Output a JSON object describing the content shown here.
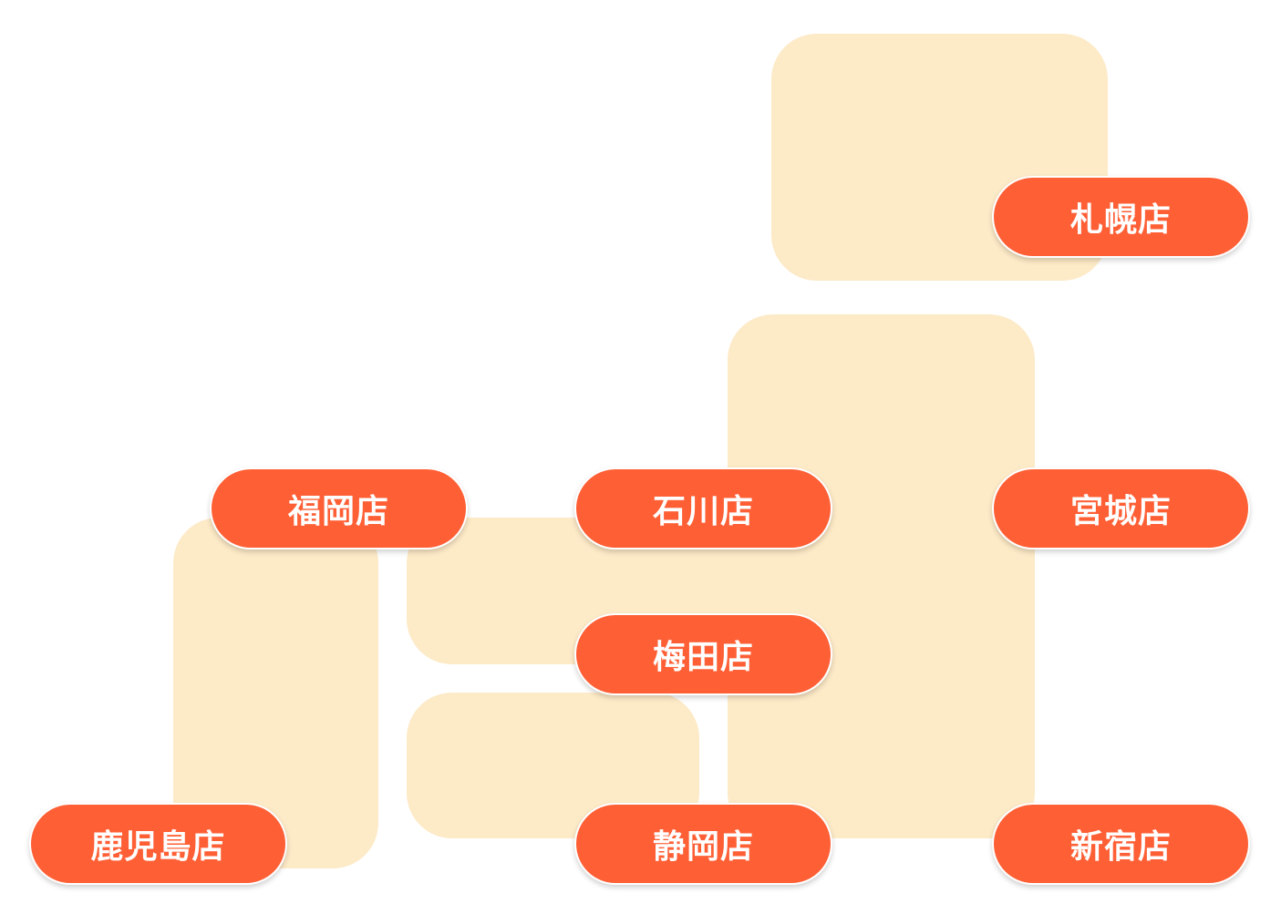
{
  "colors": {
    "region_fill": "#fdeac7",
    "pill_fill": "#ff5f35",
    "pill_text": "#ffffff",
    "background": "#ffffff"
  },
  "stores": {
    "sapporo": "札幌店",
    "fukuoka": "福岡店",
    "ishikawa": "石川店",
    "miyagi": "宮城店",
    "umeda": "梅田店",
    "kagoshima": "鹿児島店",
    "shizuoka": "静岡店",
    "shinjuku": "新宿店"
  }
}
